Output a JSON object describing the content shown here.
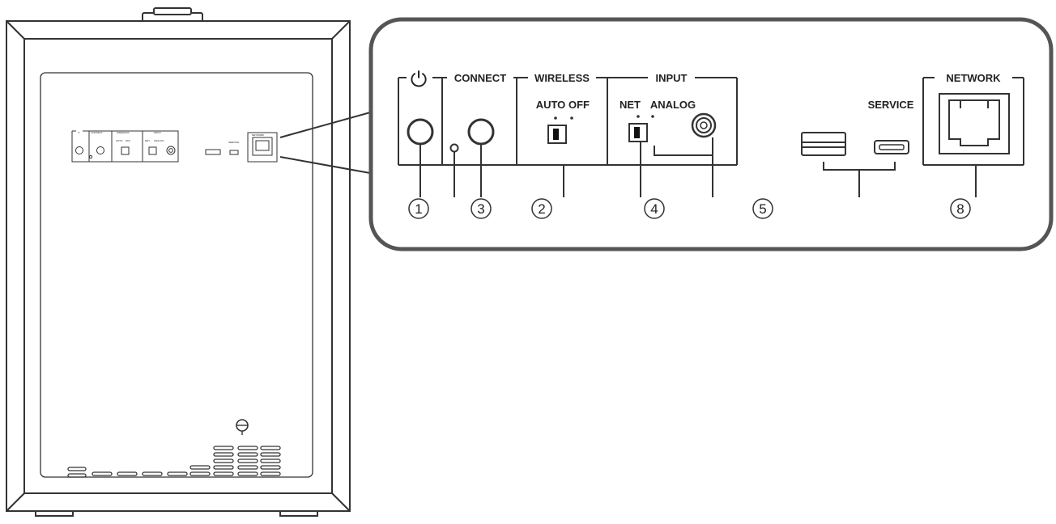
{
  "panel": {
    "groups": {
      "power_symbol": "⏻",
      "connect": "CONNECT",
      "wireless": "WIRELESS",
      "input": "INPUT",
      "network": "NETWORK"
    },
    "switch_labels": {
      "auto": "AUTO",
      "off": "OFF",
      "net": "NET",
      "analog": "ANALOG"
    },
    "service": "SERVICE"
  },
  "callouts": [
    "1",
    "3",
    "2",
    "4",
    "5",
    "8"
  ],
  "colors": {
    "line": "#333333",
    "frame": "#555555",
    "background": "#ffffff"
  }
}
